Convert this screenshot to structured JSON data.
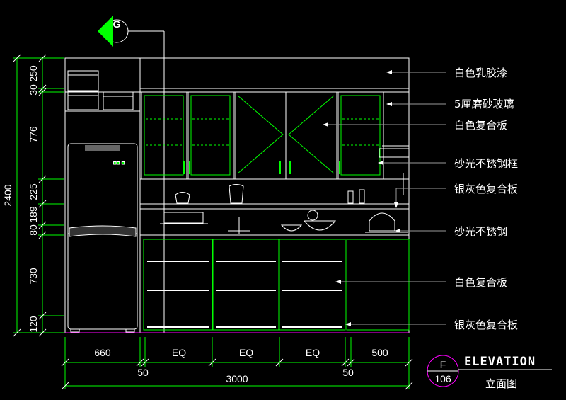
{
  "section_marker": {
    "letter": "G",
    "sub": "—"
  },
  "vertical_dims": {
    "total": "2400",
    "segments": [
      "250",
      "30",
      "776",
      "225",
      "189",
      "80",
      "730",
      "120"
    ]
  },
  "horizontal_dims": {
    "top_row": [
      "660",
      "EQ",
      "EQ",
      "EQ",
      "500"
    ],
    "gaps": [
      "50",
      "50"
    ],
    "total": "3000"
  },
  "annotations": [
    "白色乳胶漆",
    "5厘磨砂玻璃",
    "白色复合板",
    "砂光不锈钢框",
    "银灰色复合板",
    "砂光不锈钢",
    "白色复合板",
    "银灰色复合板"
  ],
  "title_block": {
    "bubble_letter": "F",
    "bubble_number": "106",
    "title": "ELEVATION",
    "subtitle": "立面图"
  },
  "colors": {
    "green": "#00ff00",
    "white": "#ffffff",
    "magenta": "#ff00ff",
    "gray": "#9a9a9a"
  }
}
